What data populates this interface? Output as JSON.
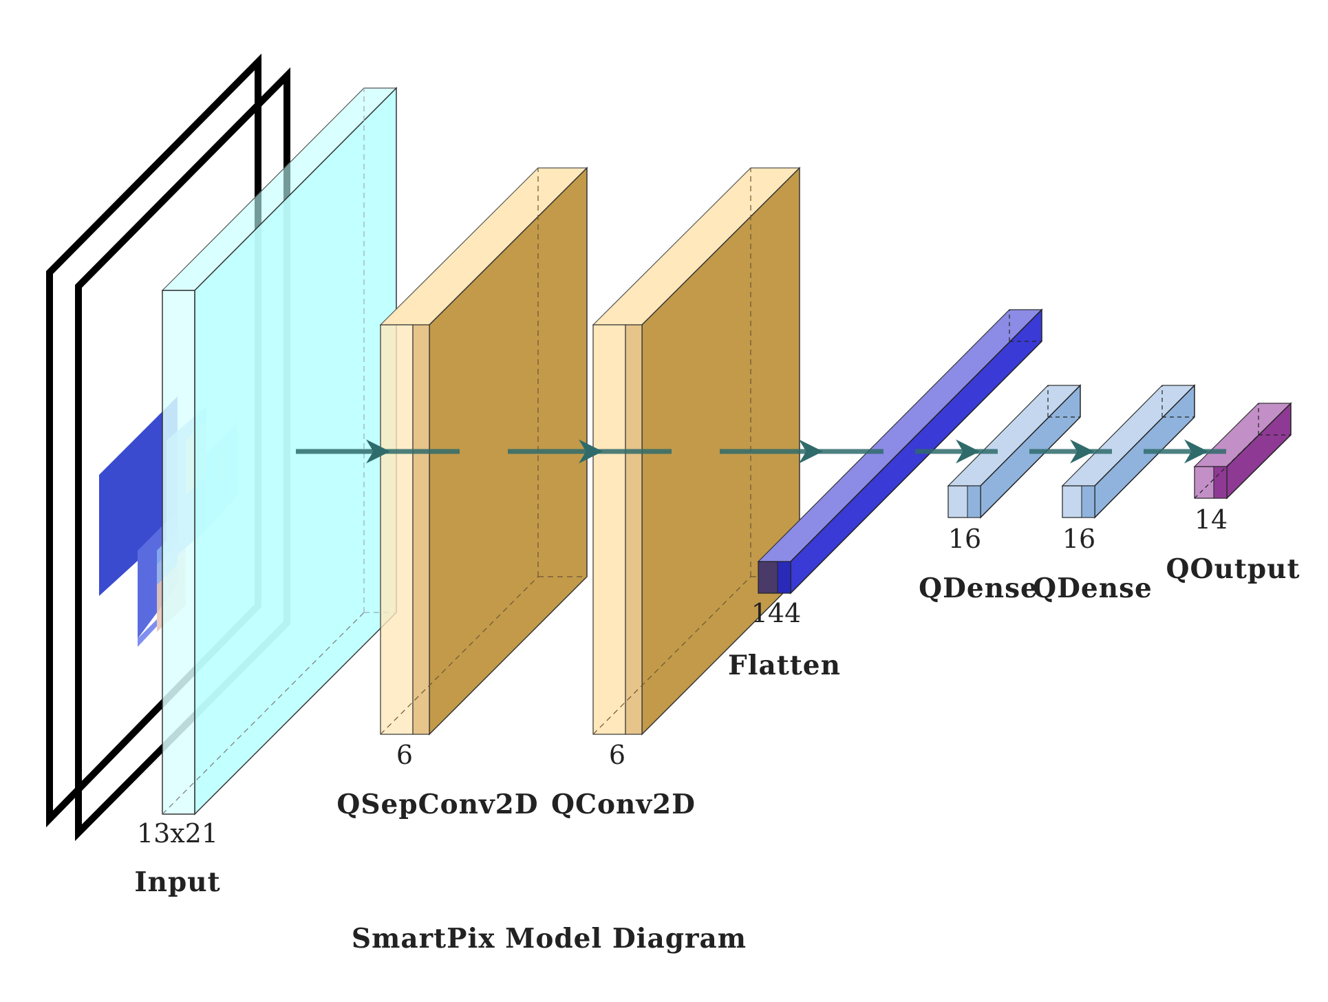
{
  "title": "SmartPix Model Diagram",
  "layers": [
    {
      "id": "input",
      "name": "Input",
      "size": "13x21",
      "color": "#bfffff"
    },
    {
      "id": "qsepconv2d",
      "name": "QSepConv2D",
      "size": "6",
      "color": "#c29a4a"
    },
    {
      "id": "qconv2d",
      "name": "QConv2D",
      "size": "6",
      "color": "#c29a4a"
    },
    {
      "id": "flatten",
      "name": "Flatten",
      "size": "144",
      "color": "#3a3ad6"
    },
    {
      "id": "qdense1",
      "name": "QDense",
      "size": "16",
      "color": "#8fb3dc"
    },
    {
      "id": "qdense2",
      "name": "QDense",
      "size": "16",
      "color": "#8fb3dc"
    },
    {
      "id": "qoutput",
      "name": "QOutput",
      "size": "14",
      "color": "#8e3a94"
    }
  ],
  "colors": {
    "arrow": "#2f6b6b",
    "light_orange": "#ffe8bb",
    "light_blue": "#c4d7ee",
    "light_purple": "#c38fc7",
    "flatten_top": "#8c8ce6"
  }
}
